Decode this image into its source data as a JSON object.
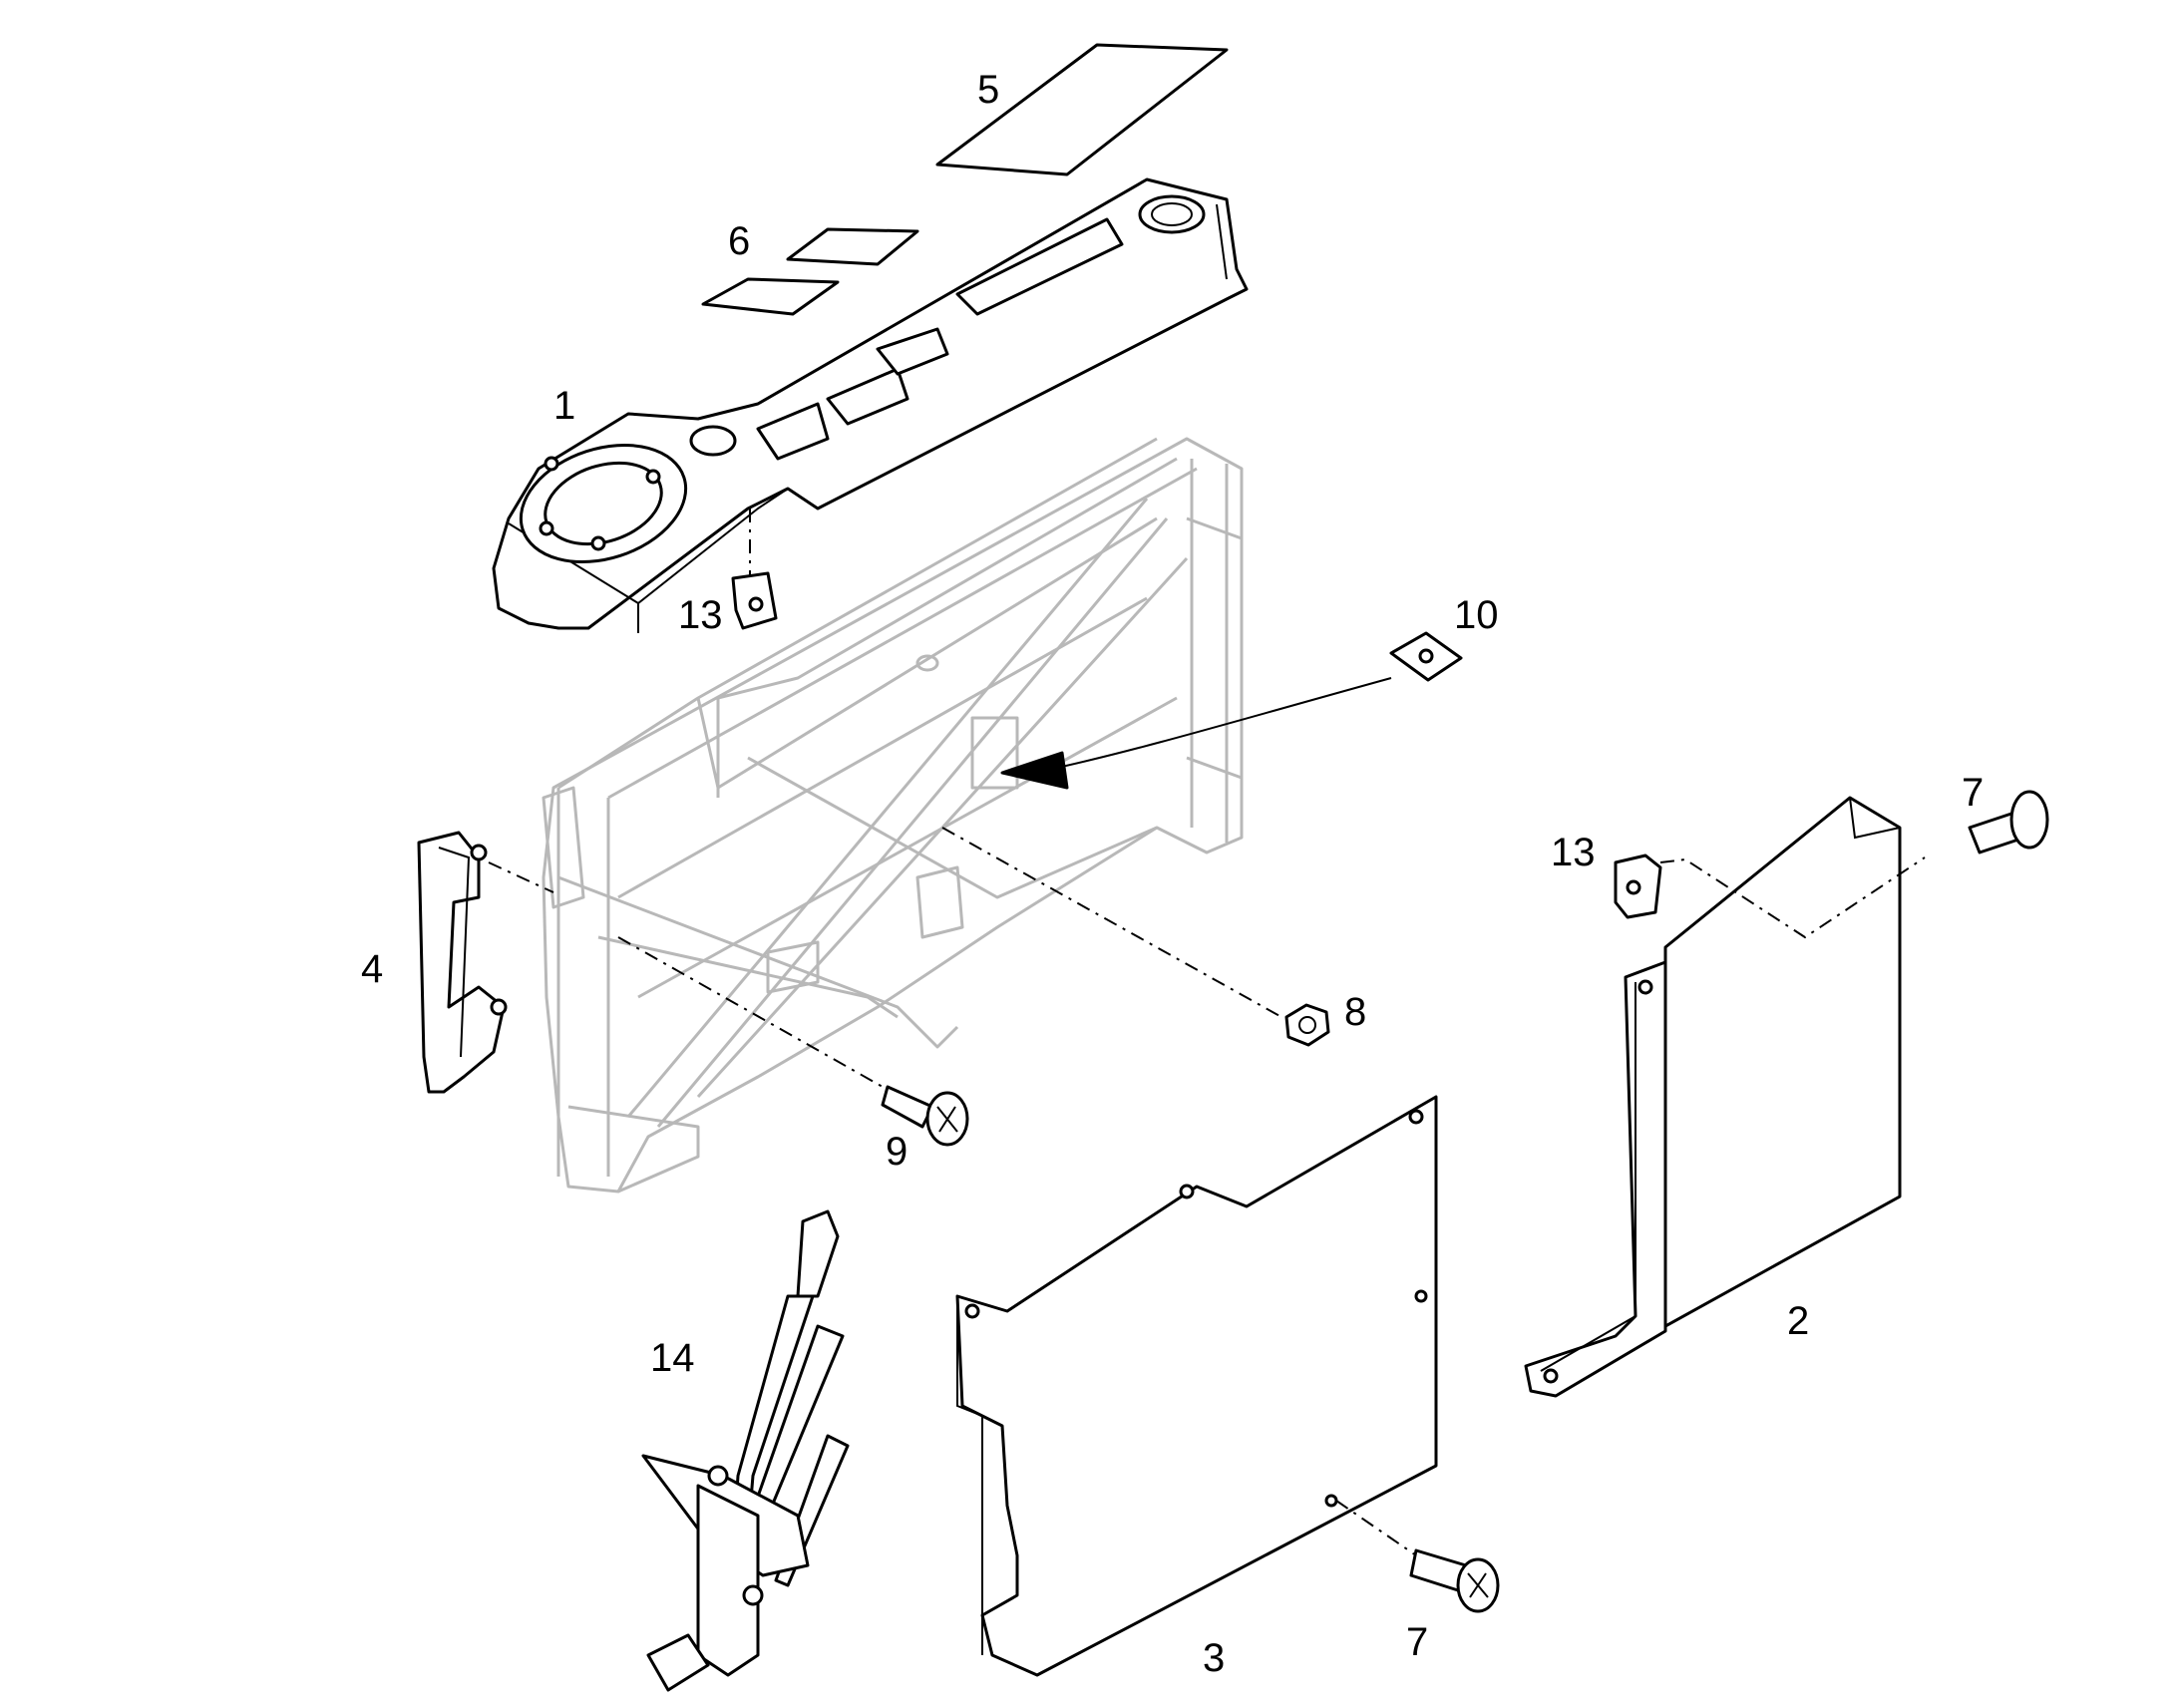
{
  "callouts": {
    "c1": "1",
    "c2": "2",
    "c3": "3",
    "c4": "4",
    "c5": "5",
    "c6": "6",
    "c7a": "7",
    "c7b": "7",
    "c8": "8",
    "c9": "9",
    "c10": "10",
    "c13a": "13",
    "c13b": "13",
    "c14": "14"
  },
  "colors": {
    "line": "#000000",
    "frame": "#b8b8b8",
    "background": "#ffffff"
  }
}
